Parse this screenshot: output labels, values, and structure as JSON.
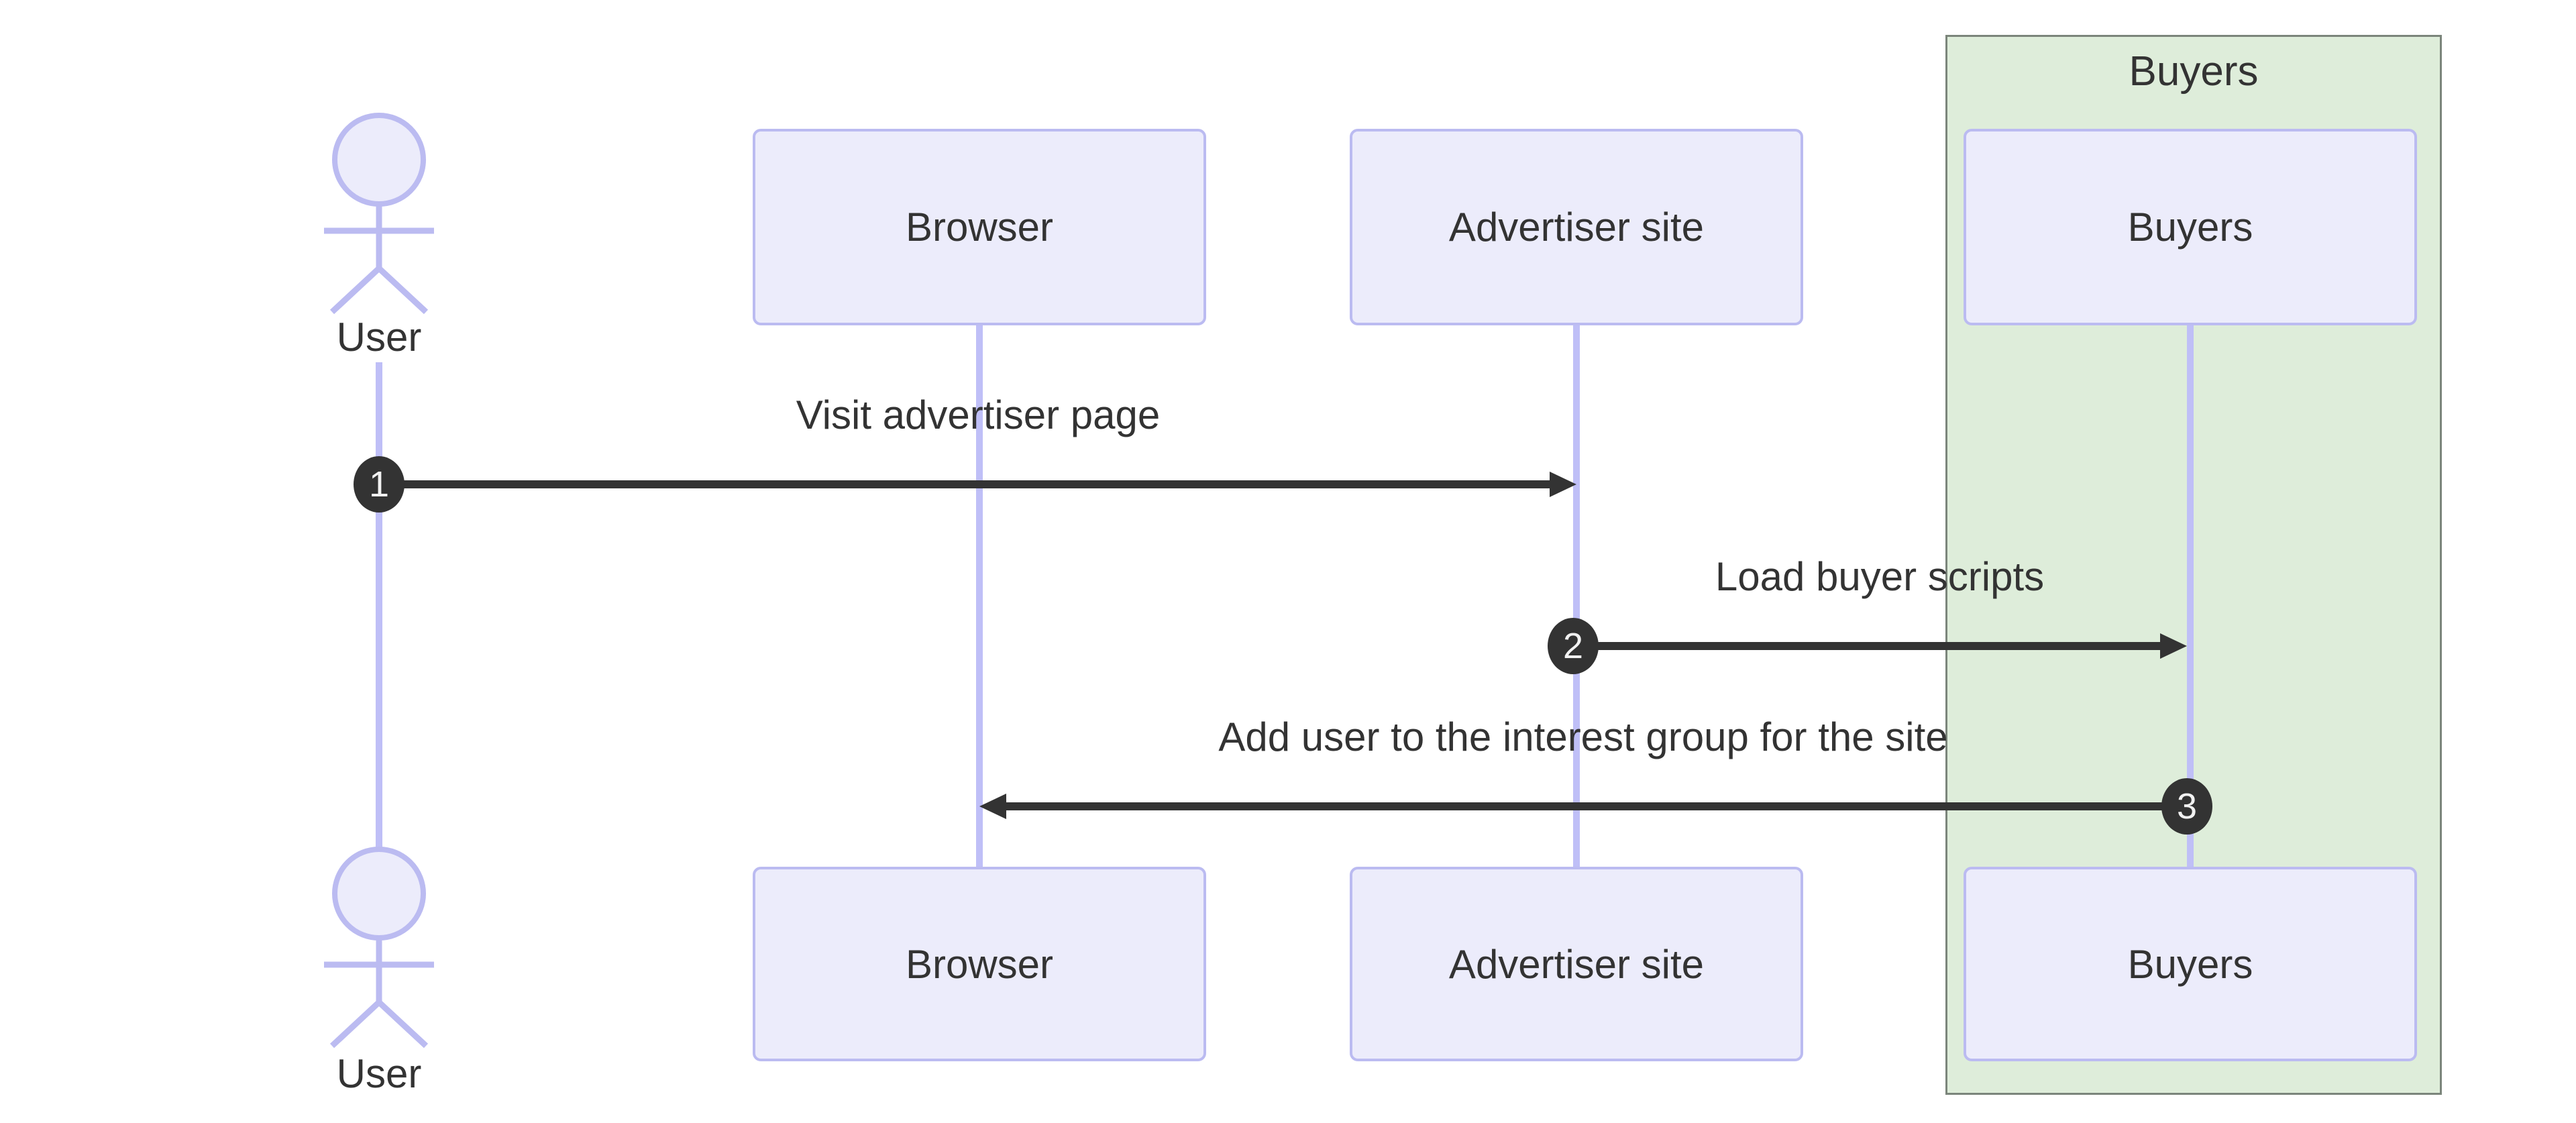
{
  "diagram": {
    "type": "sequence-diagram",
    "group": {
      "label": "Buyers"
    },
    "actors": [
      {
        "id": "user",
        "kind": "actor",
        "label": "User"
      },
      {
        "id": "browser",
        "kind": "participant",
        "label": "Browser"
      },
      {
        "id": "advertiser",
        "kind": "participant",
        "label": "Advertiser site"
      },
      {
        "id": "buyers",
        "kind": "participant",
        "label": "Buyers",
        "group": "Buyers"
      }
    ],
    "messages": [
      {
        "seq": "1",
        "from": "User",
        "to": "Advertiser site",
        "direction": "right",
        "label": "Visit advertiser page"
      },
      {
        "seq": "2",
        "from": "Advertiser site",
        "to": "Buyers",
        "direction": "right",
        "label": "Load buyer scripts"
      },
      {
        "seq": "3",
        "from": "Buyers",
        "to": "Browser",
        "direction": "left",
        "label": "Add user to the interest group for the site"
      }
    ],
    "colors": {
      "background": "#ffffff",
      "actor-fill": "#ECECFB",
      "actor-border": "#BBBBF1",
      "lifeline": "#BFBFF7",
      "group-fill": "#DEEDDA",
      "group-border": "#7B857B",
      "arrow": "#333333",
      "text": "#333333",
      "badge-fill": "#333333",
      "badge-text": "#F2F2F2"
    }
  }
}
